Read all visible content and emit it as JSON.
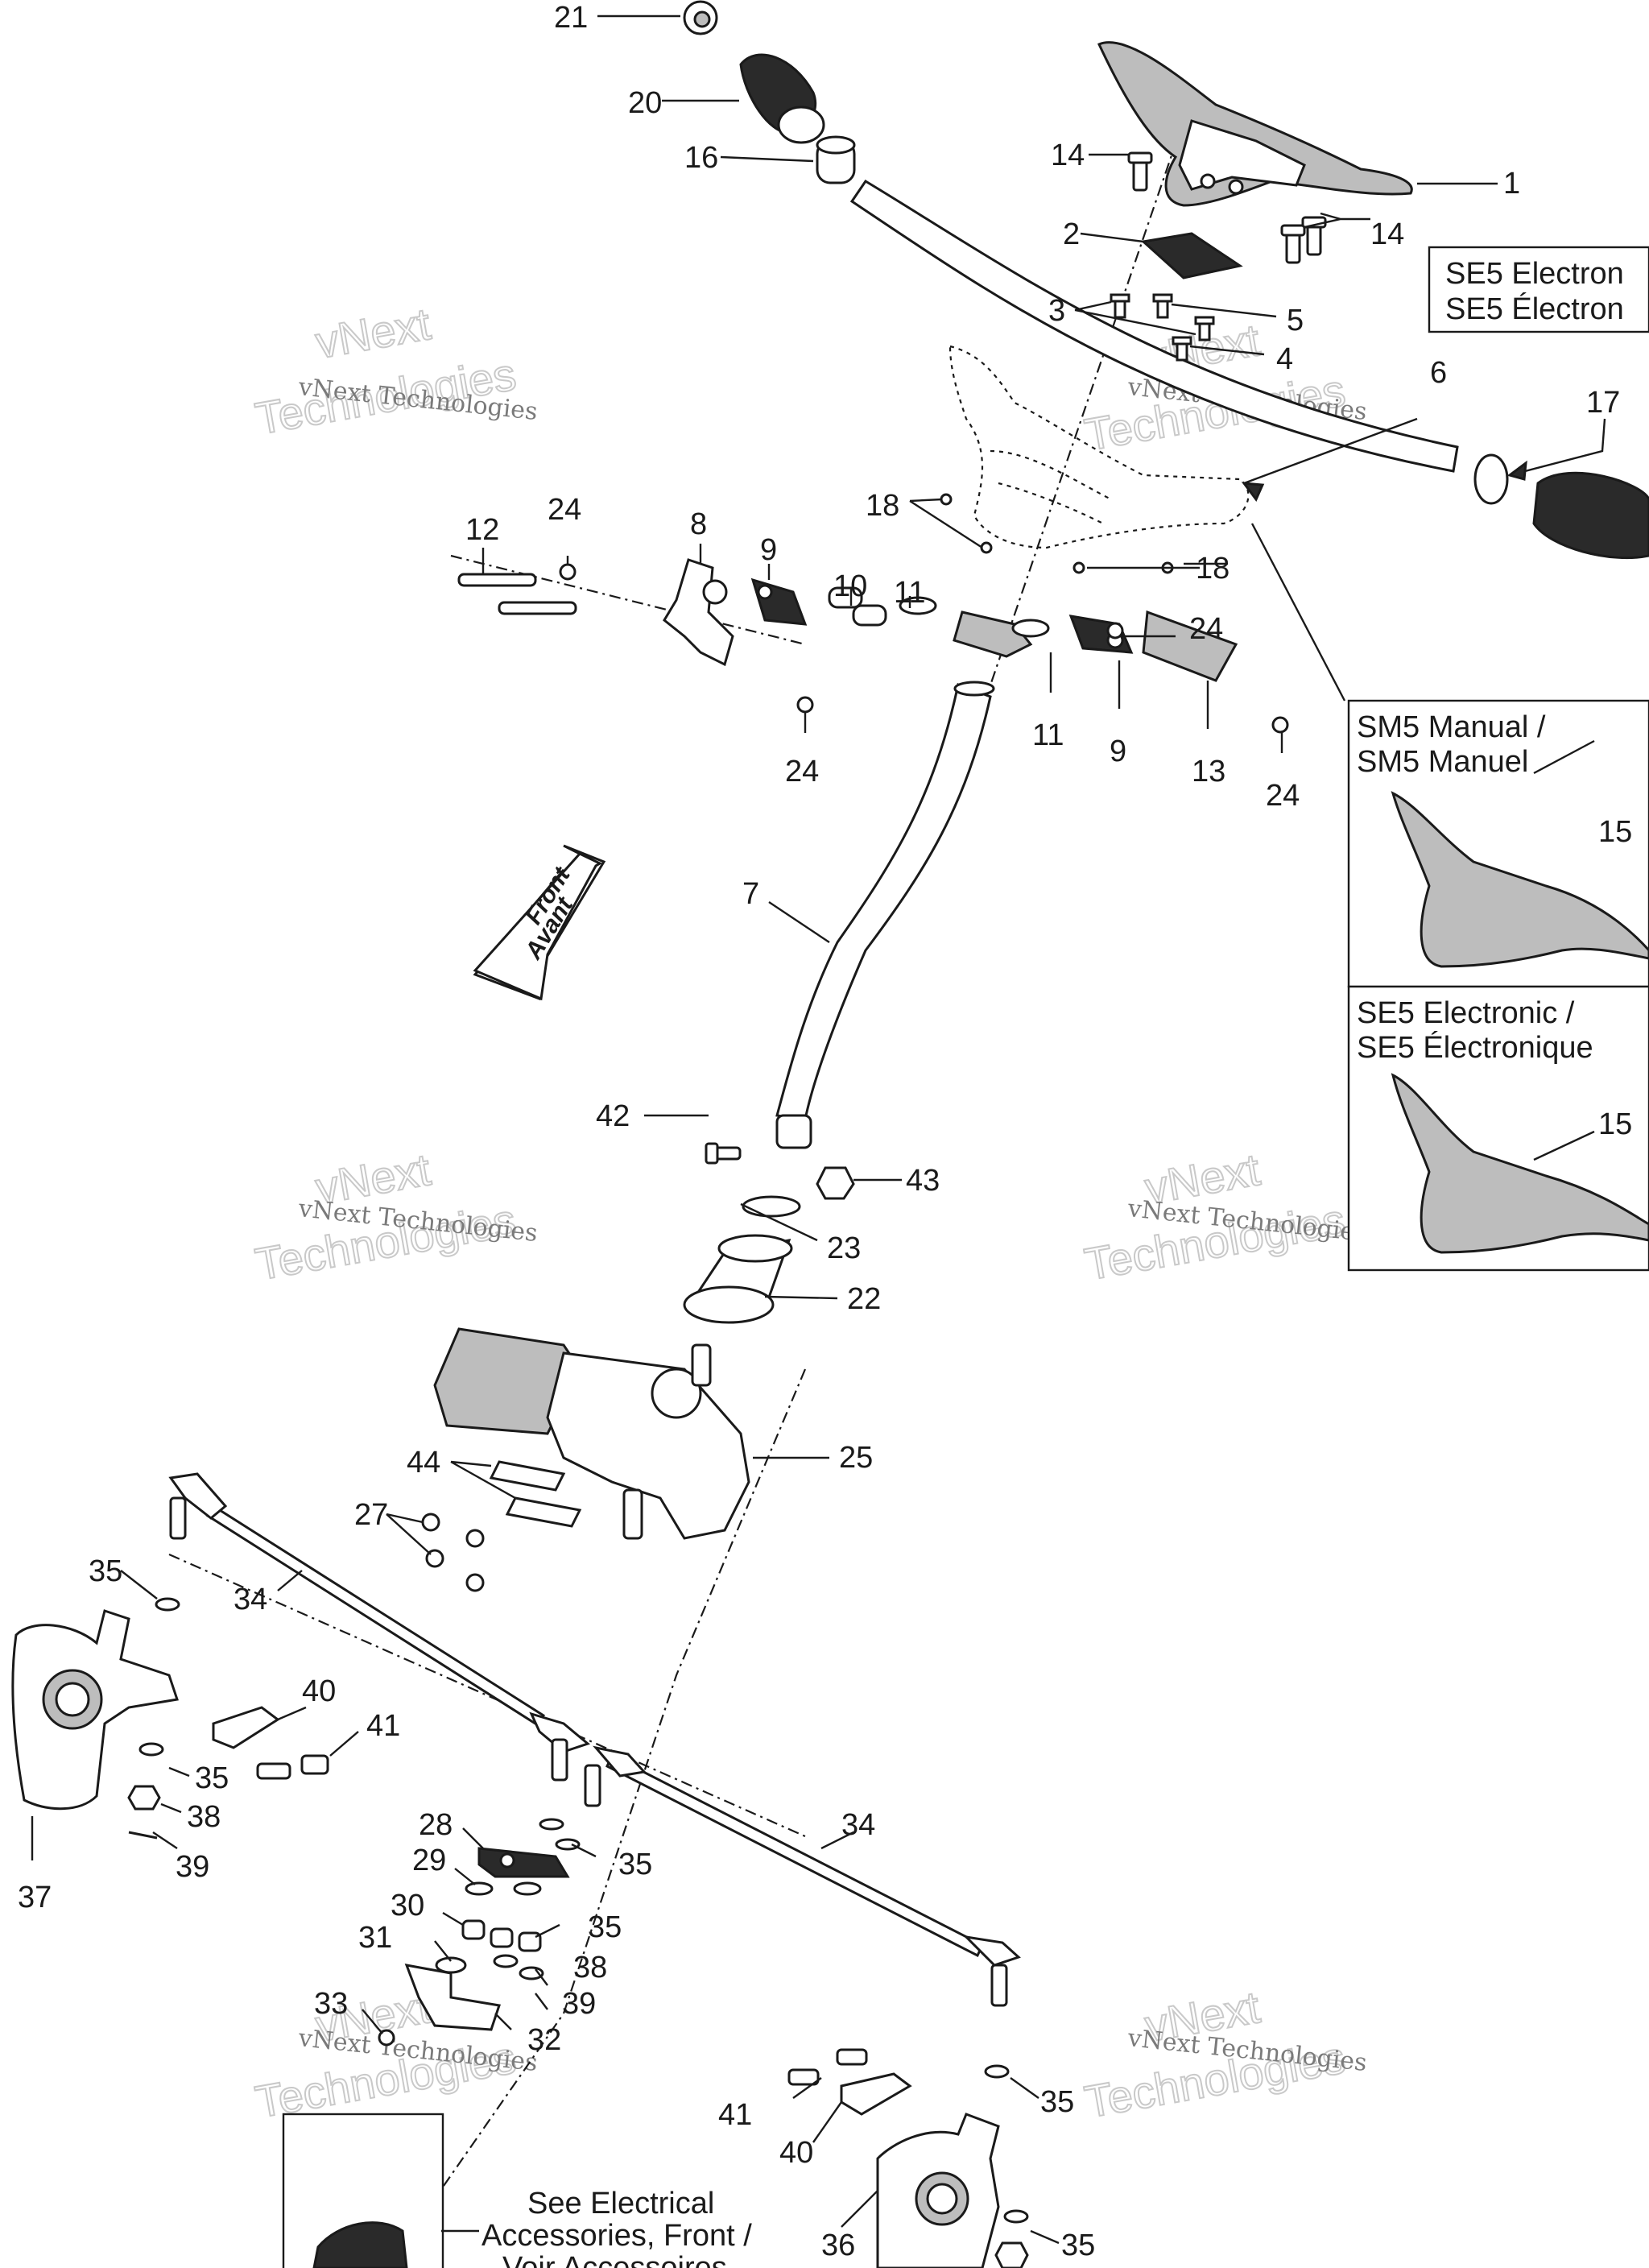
{
  "callouts": [
    {
      "id": "c21",
      "label": "21"
    },
    {
      "id": "c20",
      "label": "20"
    },
    {
      "id": "c16",
      "label": "16"
    },
    {
      "id": "c14a",
      "label": "14"
    },
    {
      "id": "c1",
      "label": "1"
    },
    {
      "id": "c2",
      "label": "2"
    },
    {
      "id": "c14b",
      "label": "14"
    },
    {
      "id": "c3",
      "label": "3"
    },
    {
      "id": "c5",
      "label": "5"
    },
    {
      "id": "c4",
      "label": "4"
    },
    {
      "id": "c6",
      "label": "6"
    },
    {
      "id": "c17",
      "label": "17"
    },
    {
      "id": "c18a",
      "label": "18"
    },
    {
      "id": "c18b",
      "label": "18"
    },
    {
      "id": "c12",
      "label": "12"
    },
    {
      "id": "c24a",
      "label": "24"
    },
    {
      "id": "c8",
      "label": "8"
    },
    {
      "id": "c9a",
      "label": "9"
    },
    {
      "id": "c10",
      "label": "10"
    },
    {
      "id": "c11a",
      "label": "11"
    },
    {
      "id": "c24b",
      "label": "24"
    },
    {
      "id": "c11b",
      "label": "11"
    },
    {
      "id": "c9b",
      "label": "9"
    },
    {
      "id": "c13",
      "label": "13"
    },
    {
      "id": "c24c",
      "label": "24"
    },
    {
      "id": "c24d",
      "label": "24"
    },
    {
      "id": "c7",
      "label": "7"
    },
    {
      "id": "c42",
      "label": "42"
    },
    {
      "id": "c43",
      "label": "43"
    },
    {
      "id": "c23",
      "label": "23"
    },
    {
      "id": "c22",
      "label": "22"
    },
    {
      "id": "c25",
      "label": "25"
    },
    {
      "id": "c44",
      "label": "44"
    },
    {
      "id": "c27",
      "label": "27"
    },
    {
      "id": "c35a",
      "label": "35"
    },
    {
      "id": "c34a",
      "label": "34"
    },
    {
      "id": "c40a",
      "label": "40"
    },
    {
      "id": "c41a",
      "label": "41"
    },
    {
      "id": "c35b",
      "label": "35"
    },
    {
      "id": "c38a",
      "label": "38"
    },
    {
      "id": "c39a",
      "label": "39"
    },
    {
      "id": "c37",
      "label": "37"
    },
    {
      "id": "c28",
      "label": "28"
    },
    {
      "id": "c29",
      "label": "29"
    },
    {
      "id": "c35c",
      "label": "35"
    },
    {
      "id": "c30",
      "label": "30"
    },
    {
      "id": "c35d",
      "label": "35"
    },
    {
      "id": "c31",
      "label": "31"
    },
    {
      "id": "c38b",
      "label": "38"
    },
    {
      "id": "c39b",
      "label": "39"
    },
    {
      "id": "c33",
      "label": "33"
    },
    {
      "id": "c32",
      "label": "32"
    },
    {
      "id": "c34b",
      "label": "34"
    },
    {
      "id": "c41b",
      "label": "41"
    },
    {
      "id": "c40b",
      "label": "40"
    },
    {
      "id": "c35e",
      "label": "35"
    },
    {
      "id": "c36",
      "label": "36"
    },
    {
      "id": "c35f",
      "label": "35"
    },
    {
      "id": "c15a",
      "label": "15"
    },
    {
      "id": "c15b",
      "label": "15"
    }
  ],
  "inset_boxes": {
    "se5_top": {
      "line1": "SE5 Electron",
      "line2": "SE5 Électron"
    },
    "sm5": {
      "line1": "SM5 Manual /",
      "line2": "SM5 Manuel"
    },
    "se5": {
      "line1": "SE5 Electronic /",
      "line2": "SE5 Électronique"
    }
  },
  "front_arrow": {
    "line1": "Front",
    "line2": "Avant"
  },
  "see_note": {
    "line1": "See Electrical",
    "line2": "Accessories, Front /",
    "line3": "Voir Accessoires"
  },
  "watermark": {
    "small": "vNext Technologies",
    "big": "Technologies",
    "big2": "vNext"
  }
}
